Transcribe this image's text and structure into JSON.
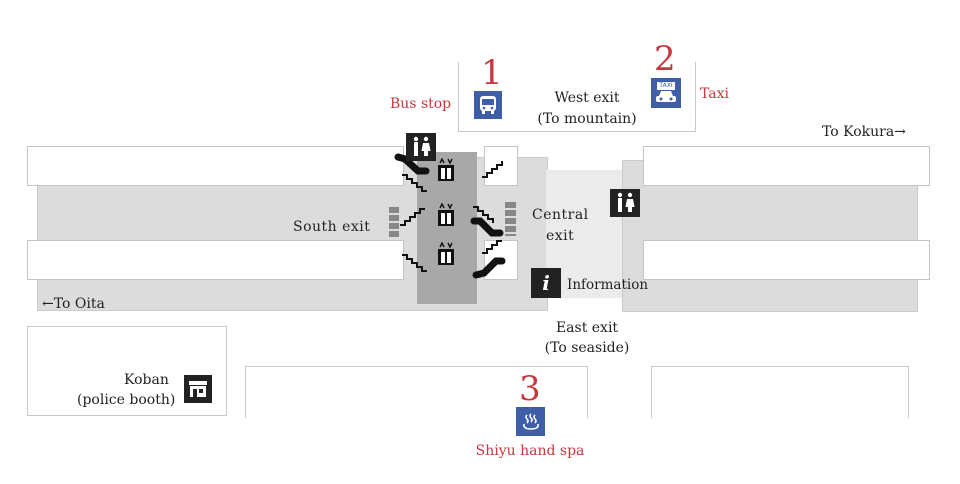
{
  "labels": {
    "bus_stop": "Bus stop",
    "west_exit": "West exit",
    "west_exit_sub": "(To mountain)",
    "taxi": "Taxi",
    "to_kokura": "To Kokura→",
    "south_exit": "South exit",
    "central_exit_1": "Central",
    "central_exit_2": "exit",
    "information": "Information",
    "to_oita": "←To Oita",
    "east_exit": "East exit",
    "east_exit_sub": "(To seaside)",
    "koban": "Koban",
    "koban_sub": "(police booth)",
    "hand_spa": "Shiyu hand spa"
  },
  "numbers": {
    "bus": "1",
    "taxi": "2",
    "spa": "3"
  },
  "icons": {
    "bus": "bus-icon",
    "taxi": "taxi-icon",
    "taxi_sign": "TAXI",
    "restroom": "restroom-icon",
    "elevator": "elevator-icon",
    "escalator": "escalator-icon",
    "stairs": "stairs-icon",
    "info": "information-icon",
    "info_glyph": "i",
    "koban": "police-box-icon",
    "hot_spring": "hot-spring-icon"
  },
  "colors": {
    "accent_red": "#c8373e",
    "icon_blue": "#3f5ea8",
    "icon_dark": "#222222",
    "concourse": "#dcdcdc",
    "elevator_hall": "#a8a8a8"
  }
}
